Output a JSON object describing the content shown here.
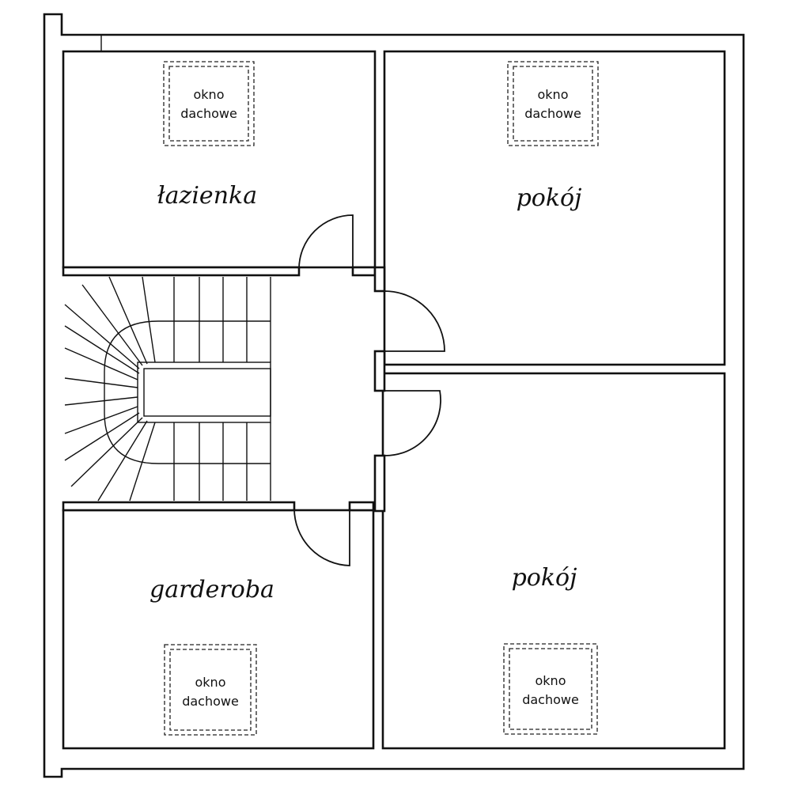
{
  "rooms": {
    "bathroom": "łazienka",
    "room_top": "pokój",
    "wardrobe": "garderoba",
    "room_bottom": "pokój"
  },
  "windows": {
    "top_left": [
      "okno",
      "dachowe"
    ],
    "top_right": [
      "okno",
      "dachowe"
    ],
    "bottom_left": [
      "okno",
      "dachowe"
    ],
    "bottom_right": [
      "okno",
      "dachowe"
    ]
  }
}
